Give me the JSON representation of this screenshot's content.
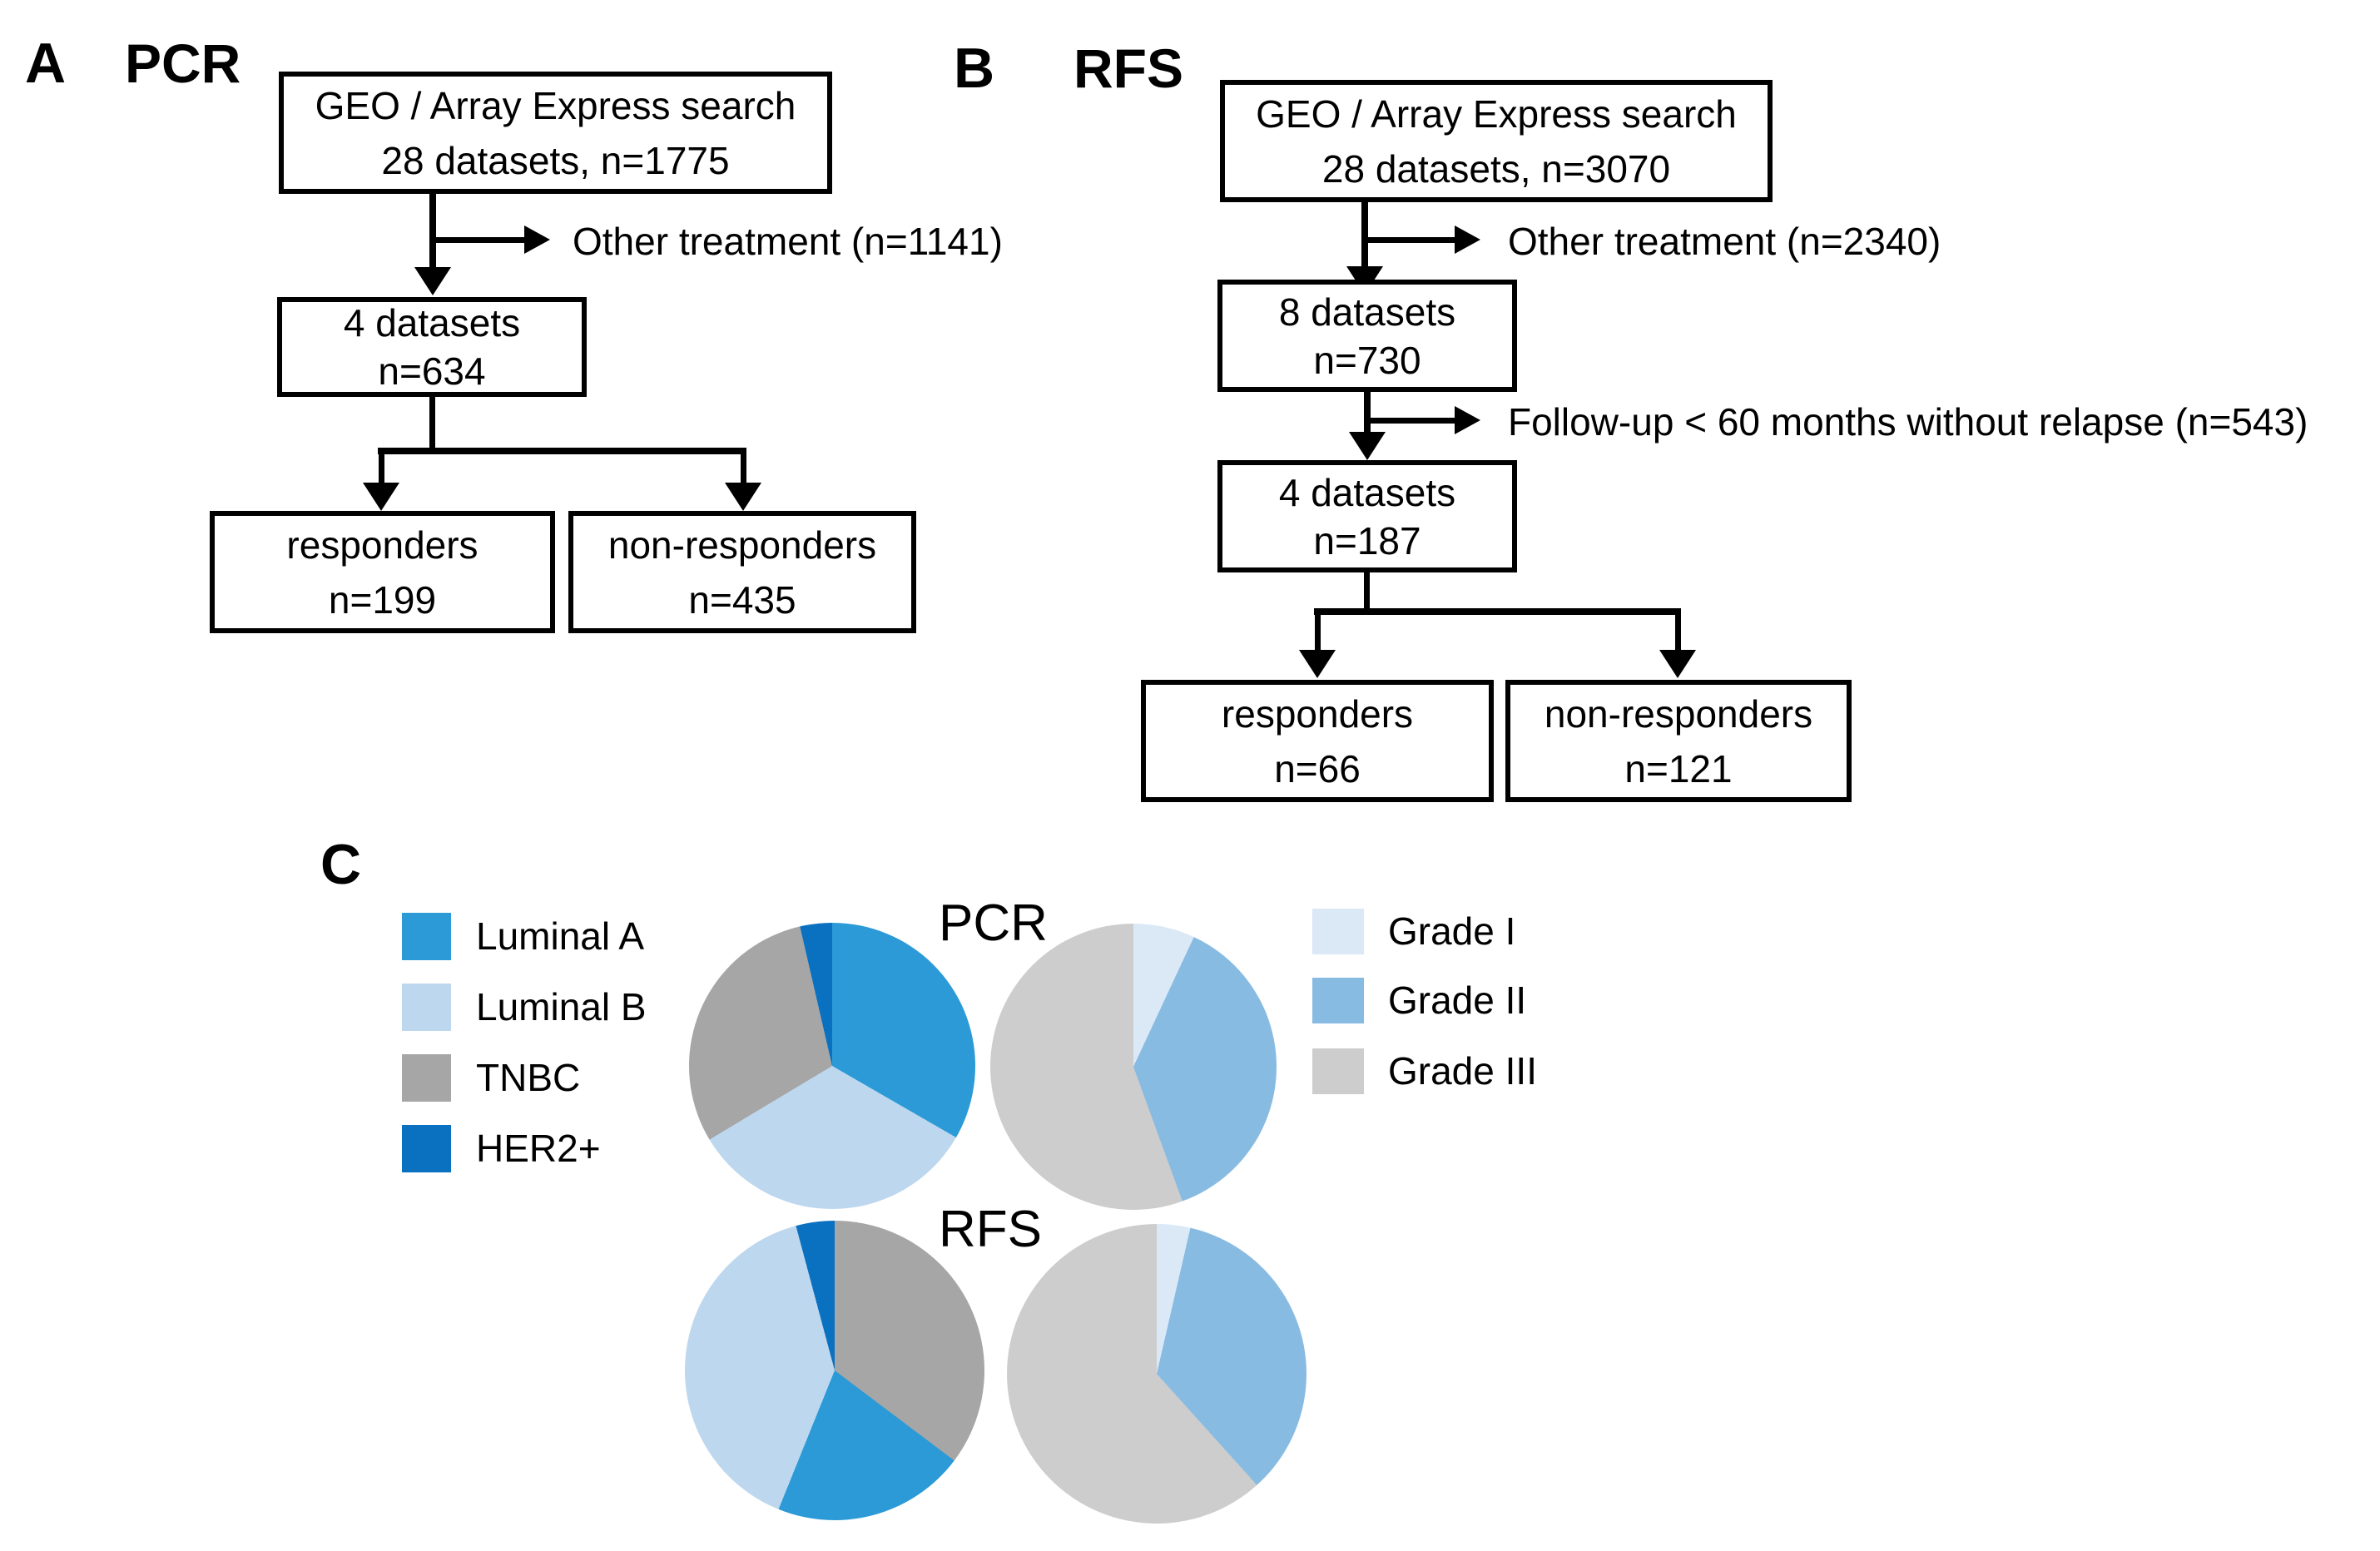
{
  "panels": {
    "a": {
      "label": "A",
      "title": "PCR",
      "search_box": {
        "line1": "GEO / Array Express search",
        "line2": "28 datasets, n=1775"
      },
      "exclusion": "Other treatment (n=1141)",
      "datasets_box": {
        "line1": "4 datasets",
        "line2": "n=634"
      },
      "responders_box": {
        "line1": "responders",
        "line2": "n=199"
      },
      "nonresponders_box": {
        "line1": "non-responders",
        "line2": "n=435"
      }
    },
    "b": {
      "label": "B",
      "title": "RFS",
      "search_box": {
        "line1": "GEO / Array Express search",
        "line2": "28 datasets, n=3070"
      },
      "exclusion1": "Other treatment (n=2340)",
      "datasets8_box": {
        "line1": "8 datasets",
        "line2": "n=730"
      },
      "exclusion2": "Follow-up < 60 months without relapse (n=543)",
      "datasets4_box": {
        "line1": "4 datasets",
        "line2": "n=187"
      },
      "responders_box": {
        "line1": "responders",
        "line2": "n=66"
      },
      "nonresponders_box": {
        "line1": "non-responders",
        "line2": "n=121"
      }
    },
    "c": {
      "label": "C",
      "pcr_title": "PCR",
      "rfs_title": "RFS"
    }
  },
  "colors": {
    "luminal_a": "#2B9AD6",
    "luminal_b": "#BDD7EE",
    "tnbc": "#A6A6A6",
    "her2": "#0A71C1",
    "grade1": "#DBE9F7",
    "grade2": "#88BBE2",
    "grade3": "#CDCDCD"
  },
  "legend_subtype": [
    {
      "label": "Luminal A",
      "color": "#2B9AD6"
    },
    {
      "label": "Luminal B",
      "color": "#BDD7EE"
    },
    {
      "label": "TNBC",
      "color": "#A6A6A6"
    },
    {
      "label": "HER2+",
      "color": "#0A71C1"
    }
  ],
  "legend_grade": [
    {
      "label": "Grade I",
      "color": "#DBE9F7"
    },
    {
      "label": "Grade II",
      "color": "#88BBE2"
    },
    {
      "label": "Grade III",
      "color": "#CDCDCD"
    }
  ],
  "pies": {
    "pcr_subtype": {
      "slices": [
        {
          "name": "Luminal A",
          "color": "#2B9AD6",
          "deg": 120,
          "pct": 33
        },
        {
          "name": "Luminal B",
          "color": "#BDD7EE",
          "deg": 119,
          "pct": 33
        },
        {
          "name": "TNBC",
          "color": "#A6A6A6",
          "deg": 108,
          "pct": 30
        },
        {
          "name": "HER2+",
          "color": "#0A71C1",
          "deg": 13,
          "pct": 4
        }
      ]
    },
    "pcr_grade": {
      "slices": [
        {
          "name": "Grade I",
          "color": "#DBE9F7",
          "deg": 25,
          "pct": 7
        },
        {
          "name": "Grade II",
          "color": "#88BBE2",
          "deg": 135,
          "pct": 37
        },
        {
          "name": "Grade III",
          "color": "#CDCDCD",
          "deg": 200,
          "pct": 56
        }
      ]
    },
    "rfs_subtype": {
      "slices": [
        {
          "name": "TNBC",
          "color": "#A6A6A6",
          "deg": 127,
          "pct": 35
        },
        {
          "name": "Luminal A",
          "color": "#2B9AD6",
          "deg": 75,
          "pct": 21
        },
        {
          "name": "Luminal B",
          "color": "#BDD7EE",
          "deg": 143,
          "pct": 40
        },
        {
          "name": "HER2+",
          "color": "#0A71C1",
          "deg": 15,
          "pct": 4
        }
      ]
    },
    "rfs_grade": {
      "slices": [
        {
          "name": "Grade I",
          "color": "#DBE9F7",
          "deg": 13,
          "pct": 4
        },
        {
          "name": "Grade II",
          "color": "#88BBE2",
          "deg": 125,
          "pct": 35
        },
        {
          "name": "Grade III",
          "color": "#CDCDCD",
          "deg": 222,
          "pct": 61
        }
      ]
    }
  },
  "chart_data": [
    {
      "type": "pie",
      "title": "PCR",
      "subject": "molecular subtype",
      "labels": [
        "Luminal A",
        "Luminal B",
        "TNBC",
        "HER2+"
      ],
      "values": [
        33,
        33,
        30,
        4
      ],
      "colors": [
        "#2B9AD6",
        "#BDD7EE",
        "#A6A6A6",
        "#0A71C1"
      ],
      "legend_position": "left"
    },
    {
      "type": "pie",
      "title": "PCR",
      "subject": "tumor grade",
      "labels": [
        "Grade I",
        "Grade II",
        "Grade III"
      ],
      "values": [
        7,
        37,
        56
      ],
      "colors": [
        "#DBE9F7",
        "#88BBE2",
        "#CDCDCD"
      ],
      "legend_position": "right"
    },
    {
      "type": "pie",
      "title": "RFS",
      "subject": "molecular subtype",
      "labels": [
        "TNBC",
        "Luminal A",
        "Luminal B",
        "HER2+"
      ],
      "values": [
        35,
        21,
        40,
        4
      ],
      "colors": [
        "#A6A6A6",
        "#2B9AD6",
        "#BDD7EE",
        "#0A71C1"
      ],
      "legend_position": "left"
    },
    {
      "type": "pie",
      "title": "RFS",
      "subject": "tumor grade",
      "labels": [
        "Grade I",
        "Grade II",
        "Grade III"
      ],
      "values": [
        4,
        35,
        61
      ],
      "colors": [
        "#DBE9F7",
        "#88BBE2",
        "#CDCDCD"
      ],
      "legend_position": "right"
    }
  ]
}
